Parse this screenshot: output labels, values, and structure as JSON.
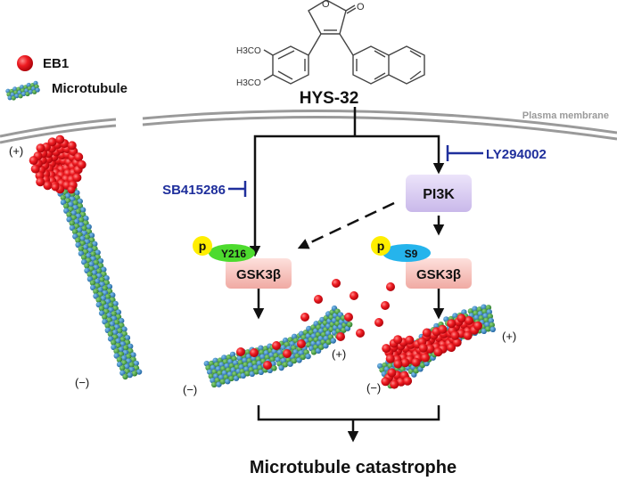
{
  "legend": {
    "eb1_label": "EB1",
    "microtubule_label": "Microtubule"
  },
  "compound": {
    "name": "HYS-32",
    "substituents": [
      "H3CO",
      "H3CO"
    ],
    "subscript_digit": "3"
  },
  "membrane_label": "Plasma membrane",
  "inhibitors": {
    "ly": "LY294002",
    "sb": "SB415286"
  },
  "nodes": {
    "pi3k": "PI3K",
    "gsk_left": "GSK3β",
    "gsk_right": "GSK3β",
    "phospho": "p",
    "site_left": "Y216",
    "site_right": "S9"
  },
  "ends": {
    "plus": "(+)",
    "minus": "(−)"
  },
  "outcome": "Microtubule catastrophe",
  "colors": {
    "inhibitor_blue": "#1f2f9c",
    "eb1_red": "#e8121b",
    "mt_blue": "#2a7cc0",
    "mt_green": "#3a9a3a",
    "pi3k_fill": "#d9cdf0",
    "gsk_fill": "#f7c9c4",
    "y216_green": "#4ddb2e",
    "s9_cyan": "#25b4ec",
    "phospho_yellow": "#ffee00",
    "membrane_gray": "#9a9a9a"
  }
}
